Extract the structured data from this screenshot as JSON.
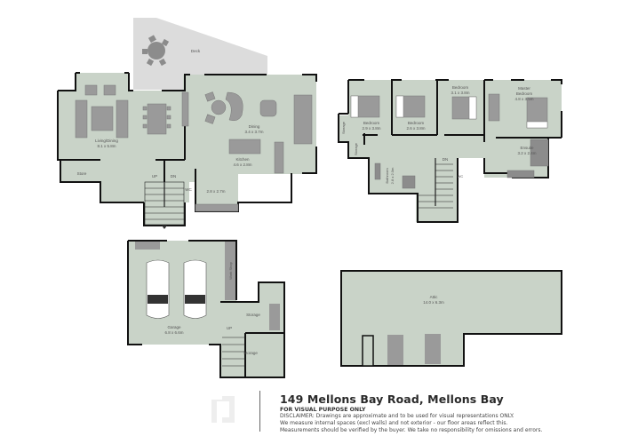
{
  "colors": {
    "floor": "#c9d3c8",
    "deck": "#dcdcdc",
    "wall": "#111111",
    "furniture": "#9a9a9a",
    "fixture_dark": "#8c8c8c",
    "label": "#555555"
  },
  "ground_floor": {
    "rooms": [
      {
        "name": "Living/Dining",
        "size": "8.1 x 5.8m"
      },
      {
        "name": "Dining",
        "size": "3.4 x 3.7m"
      },
      {
        "name": "Kitchen",
        "size": "4.6 x 2.8m"
      },
      {
        "name": "Deck",
        "size": ""
      },
      {
        "name": "Store",
        "size": ""
      },
      {
        "name": "WC",
        "size": ""
      },
      {
        "name": "",
        "size": "2.8 x 2.7m"
      }
    ],
    "stairs": {
      "up": "UP",
      "down": "DN"
    }
  },
  "upper_floor": {
    "rooms": [
      {
        "name": "Bedroom",
        "size": "2.9 x 3.8m"
      },
      {
        "name": "Bedroom",
        "size": "2.6 x 3.8m"
      },
      {
        "name": "Bedroom",
        "size": "3.1 x 3.8m"
      },
      {
        "name": "Master Bedroom",
        "line1": "Master",
        "line2": "Bedroom",
        "size": "4.8 x 3.5m"
      },
      {
        "name": "Ensuite",
        "size": "3.2 x 2.4m"
      },
      {
        "name": "Bathroom",
        "size": "2.8 x 2.0m"
      },
      {
        "name": "Storage",
        "size": ""
      },
      {
        "name": "Storage",
        "size": ""
      },
      {
        "name": "WC",
        "size": ""
      }
    ],
    "stairs": {
      "down": "DN"
    }
  },
  "garage_level": {
    "rooms": [
      {
        "name": "Garage",
        "size": "6.8 x 6.6m"
      },
      {
        "name": "Work Shop",
        "size": ""
      },
      {
        "name": "Storage",
        "size": ""
      },
      {
        "name": "Storage",
        "size": ""
      }
    ],
    "stairs": {
      "up": "UP"
    }
  },
  "attic": {
    "rooms": [
      {
        "name": "Attic",
        "size": "14.0 x 6.3m"
      }
    ]
  },
  "footer": {
    "address": "149 Mellons Bay Road, Mellons Bay",
    "subtitle": "FOR VISUAL PURPOSE ONLY",
    "disclaimer_lines": [
      "DISCLAIMER: Drawings are approximate and to be used for visual representations ONLY.",
      "We measure internal spaces (excl walls) and not exterior - our floor areas reflect this.",
      "Measurements should be verified by the buyer. We take no responsibility for omissions and errors."
    ],
    "logo_icon": "brand-logo-icon"
  }
}
